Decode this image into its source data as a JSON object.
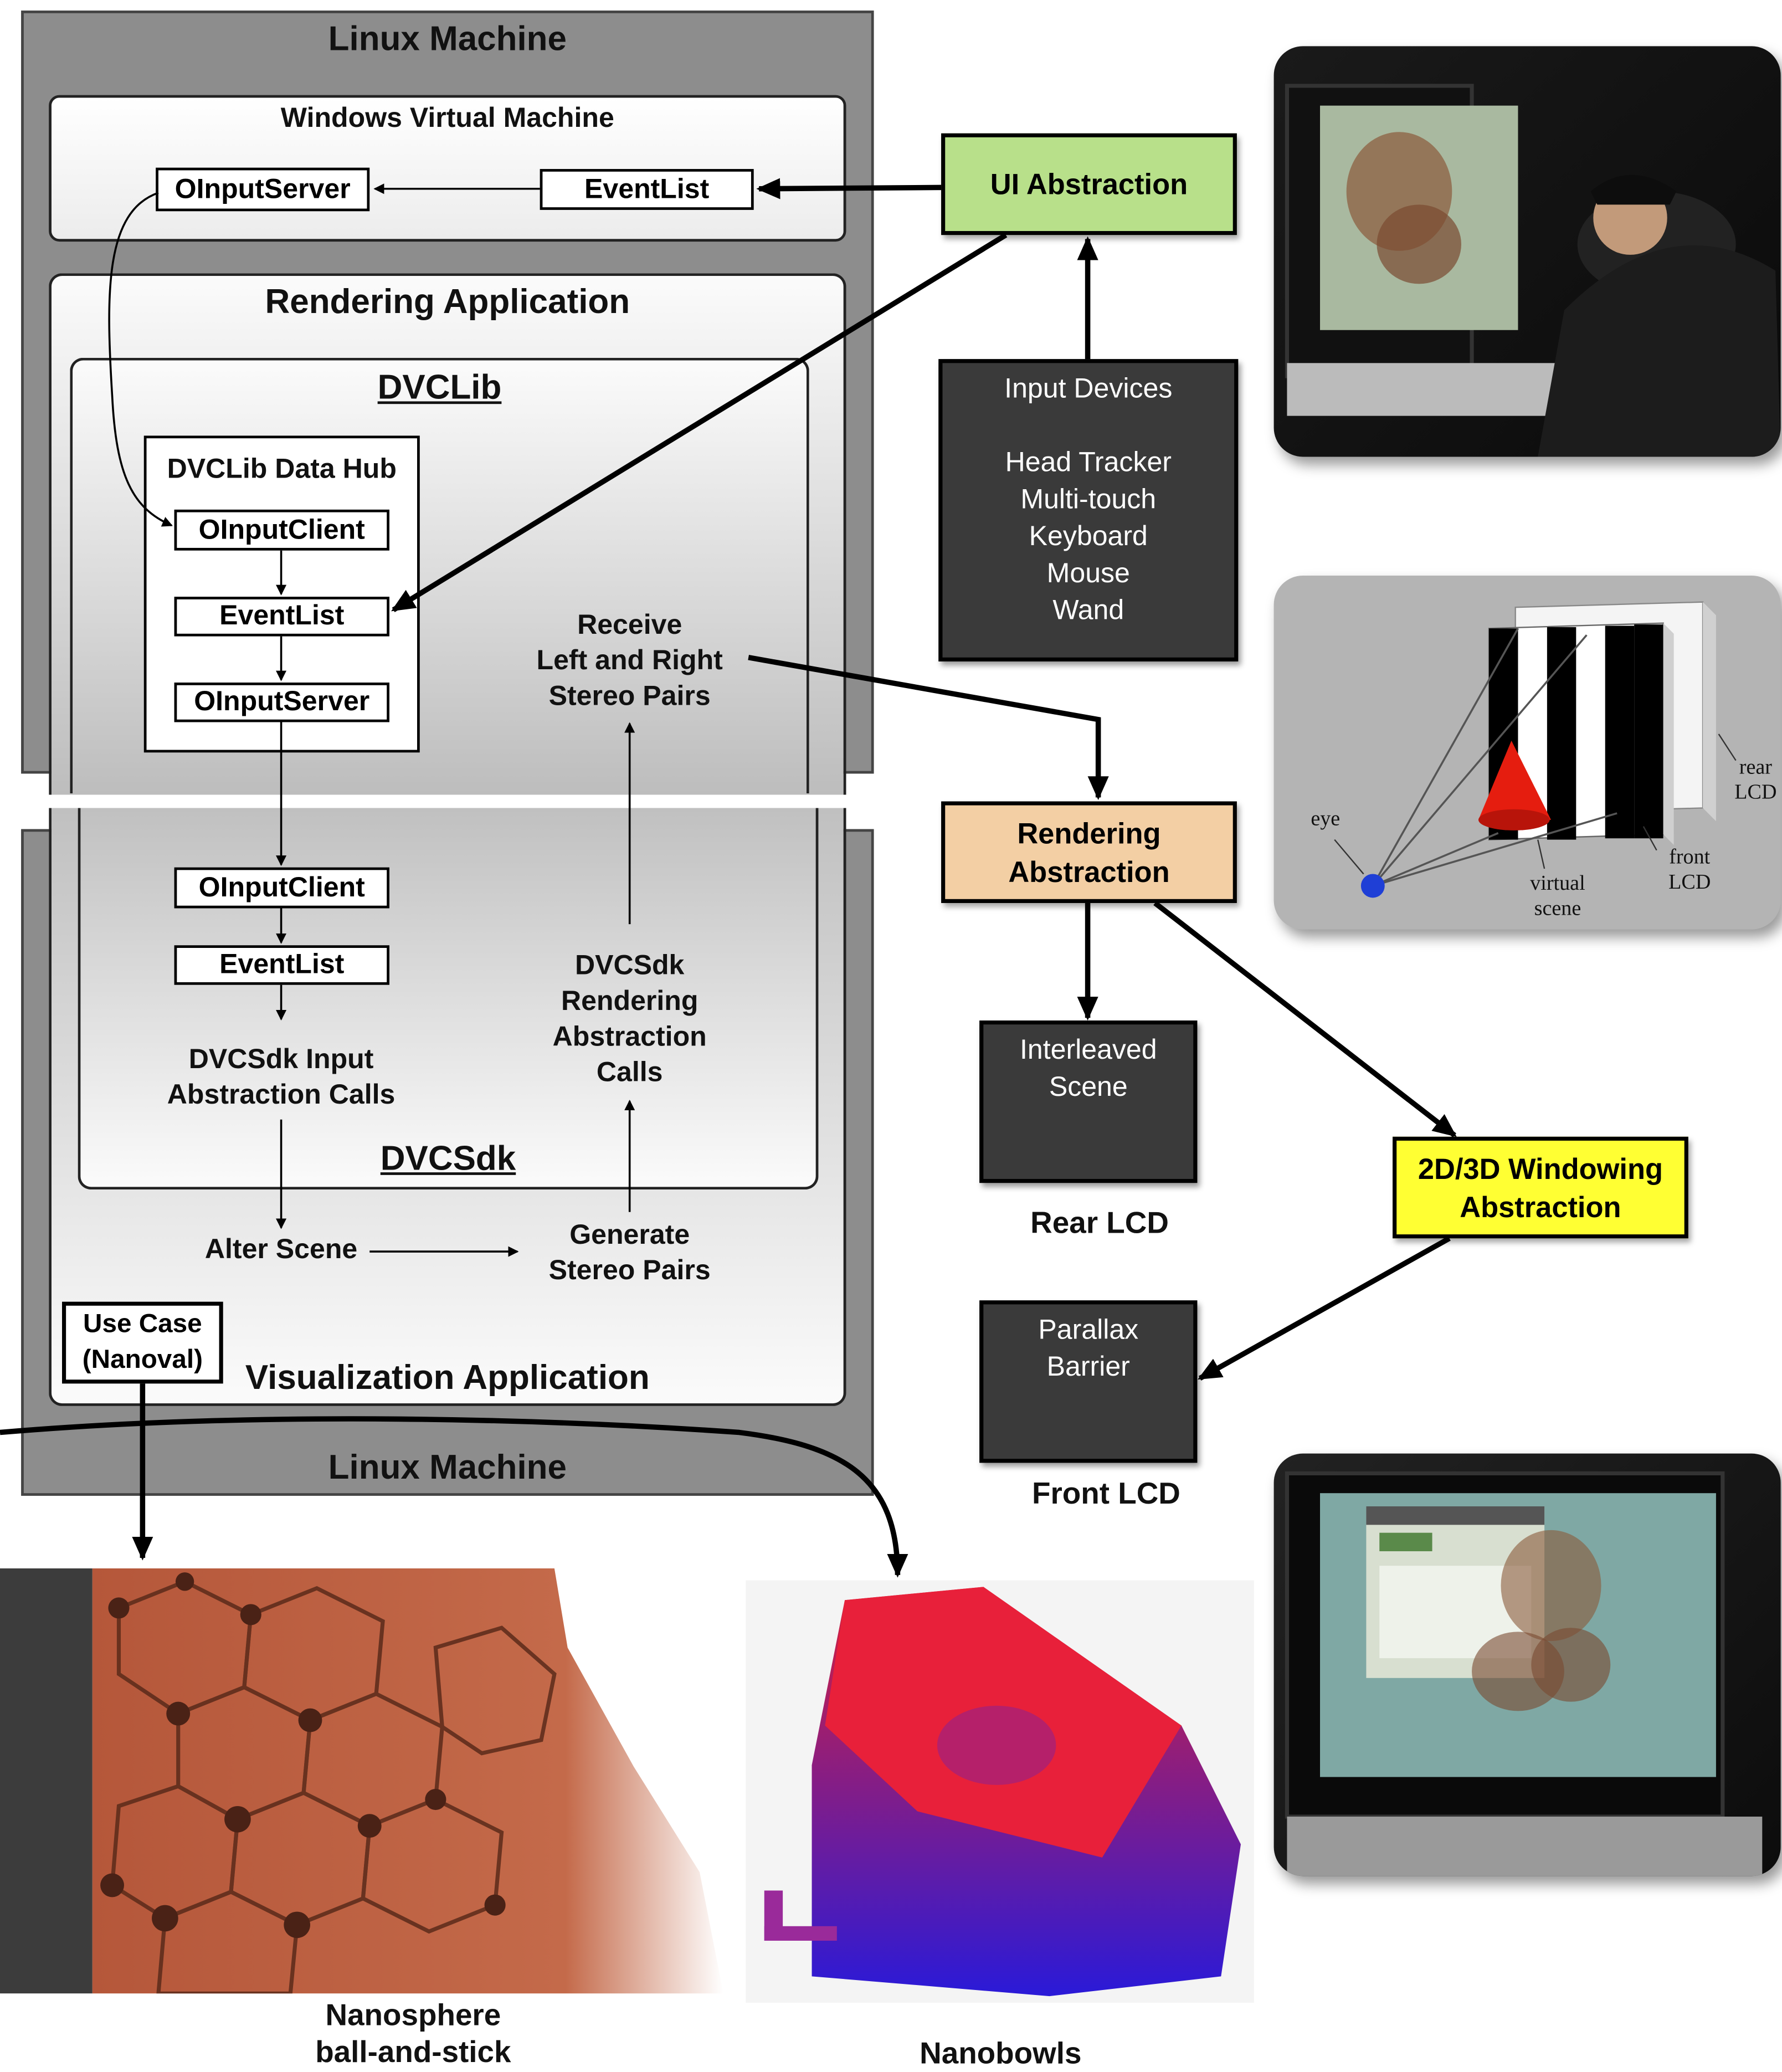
{
  "top_machine": {
    "title": "Linux Machine"
  },
  "bottom_machine": {
    "title": "Linux Machine"
  },
  "windows_vm": {
    "title": "Windows Virtual Machine",
    "oinputserver": "OInputServer",
    "eventlist": "EventList"
  },
  "rendering_app": {
    "title": "Rendering Application",
    "dvclib": "DVCLib",
    "data_hub": {
      "title": "DVCLib Data Hub",
      "oinputclient": "OInputClient",
      "eventlist": "EventList",
      "oinputserver": "OInputServer"
    },
    "receive": "Receive\nLeft and Right\nStereo Pairs"
  },
  "viz_app": {
    "title": "Visualization Application",
    "dvcsdk": "DVCSdk",
    "oinputclient": "OInputClient",
    "eventlist": "EventList",
    "input_calls": "DVCSdk Input\nAbstraction Calls",
    "render_calls": "DVCSdk\nRendering\nAbstraction\nCalls",
    "alter_scene": "Alter Scene",
    "generate": "Generate\nStereo Pairs",
    "use_case": "Use Case\n(Nanoval)"
  },
  "ui_abstraction": {
    "label": "UI Abstraction",
    "color": "#b8e08a"
  },
  "input_devices": {
    "label": "Input Devices\n\nHead Tracker\nMulti-touch\nKeyboard\nMouse\nWand"
  },
  "rendering_abstraction": {
    "label": "Rendering\nAbstraction",
    "color": "#f3cfa4"
  },
  "interleaved": {
    "label": "Interleaved\nScene",
    "caption": "Rear LCD"
  },
  "parallax": {
    "label": "Parallax\nBarrier",
    "caption": "Front LCD"
  },
  "windowing": {
    "label": "2D/3D Windowing\nAbstraction",
    "color": "#ffff33"
  },
  "barrier_diagram": {
    "eye": "eye",
    "virtual": "virtual\nscene",
    "front": "front\nLCD",
    "rear": "rear\nLCD"
  },
  "captions": {
    "nanosphere": "Nanosphere\nball-and-stick",
    "nanobowls": "Nanobowls"
  }
}
